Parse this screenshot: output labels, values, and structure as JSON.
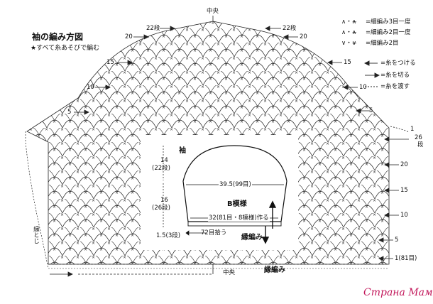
{
  "title": "袖の編み方図",
  "note": "★すべて糸あそびで編む",
  "legend": {
    "items": [
      {
        "symbol": "∧・∧̶",
        "text": "=細編み3目一度"
      },
      {
        "symbol": "∧・∧̶",
        "text": "=細編み2目一度"
      },
      {
        "symbol": "∨・∨̶",
        "text": "=細編み2目"
      }
    ],
    "yarn": [
      {
        "text": "=糸をつける"
      },
      {
        "text": "=糸を切る"
      },
      {
        "text": "=糸を渡す"
      }
    ]
  },
  "labels": {
    "center_top": "中央",
    "center_bottom": "中央",
    "border_bottom": "縁編み",
    "left_side": "縁とじ"
  },
  "row_numbers": {
    "left_22": "22段",
    "left_20": "20",
    "left_15": "15",
    "left_10": "10",
    "left_5": "5",
    "right_22": "22段",
    "right_20": "20",
    "right_15": "15",
    "right_10": "10",
    "right_5": "5",
    "right_1": "1",
    "right_26": "26",
    "right_26_unit": "段",
    "low_20": "20",
    "low_15": "15",
    "low_10": "10",
    "low_5": "5",
    "low_1": "1(81目)"
  },
  "schematic": {
    "name": "袖",
    "pattern": "B模様",
    "top_width": "39.5(99目)",
    "bottom_width": "32(81目・8模様)作る",
    "pickup": "72目拾う",
    "border": "縁編み",
    "h_cap": "14",
    "h_cap_rows": "(22段)",
    "h_body": "16",
    "h_body_rows": "(26段)",
    "h_border": "1.5(3段)"
  },
  "watermark": "Страна Мам"
}
